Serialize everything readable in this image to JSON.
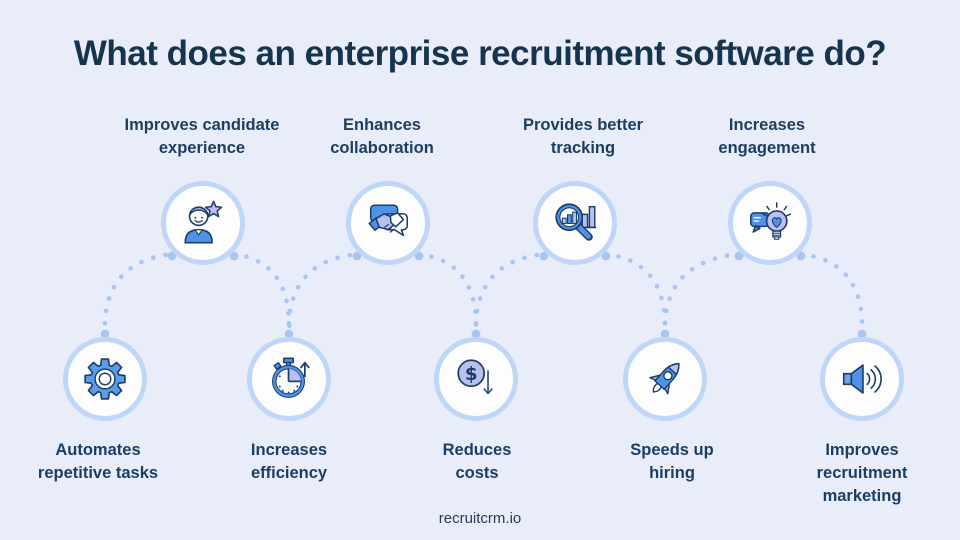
{
  "title": "What does an enterprise recruitment software do?",
  "footer": "recruitcrm.io",
  "colors": {
    "background": "#e9edfa",
    "circle_ring": "#c0d6f8",
    "circle_fill": "#fdfdfe",
    "dotted_line": "#a9c6f3",
    "icon_navy": "#1d3f66",
    "icon_blue": "#4f93e8",
    "icon_lavender": "#b9c0f0",
    "text_navy": "#1d3e63"
  },
  "icons": {
    "dollar_symbol": "$"
  },
  "nodes": {
    "top": [
      {
        "label": "Improves candidate experience",
        "icon": "candidate-star-icon"
      },
      {
        "label": "Enhances collaboration",
        "icon": "handshake-icon"
      },
      {
        "label": "Provides better tracking",
        "icon": "magnifier-chart-icon"
      },
      {
        "label": "Increases engagement",
        "icon": "lightbulb-heart-icon"
      }
    ],
    "bottom": [
      {
        "label": "Automates repetitive tasks",
        "icon": "gear-icon"
      },
      {
        "label": "Increases efficiency",
        "icon": "stopwatch-icon"
      },
      {
        "label": "Reduces costs",
        "icon": "dollar-down-icon"
      },
      {
        "label": "Speeds up hiring",
        "icon": "rocket-icon"
      },
      {
        "label": "Improves recruitment marketing",
        "icon": "speaker-icon"
      }
    ]
  }
}
